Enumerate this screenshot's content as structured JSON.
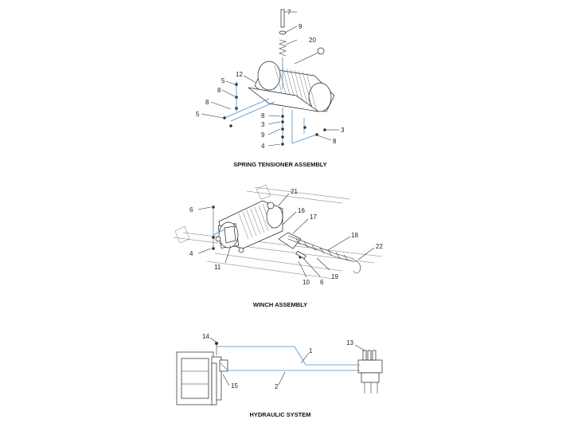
{
  "titles": {
    "spring": "SPRING TENSIONER ASSEMBLY",
    "winch": "WINCH ASSEMBLY",
    "hydraulic": "HYDRAULIC SYSTEM"
  },
  "spring_callouts": [
    "7",
    "9",
    "20",
    "5",
    "12",
    "8",
    "8",
    "5",
    "8",
    "3",
    "9",
    "4",
    "3",
    "8"
  ],
  "winch_callouts": [
    "21",
    "6",
    "16",
    "17",
    "18",
    "22",
    "4",
    "11",
    "10",
    "6",
    "19"
  ],
  "hydraulic_callouts": [
    "14",
    "1",
    "13",
    "15",
    "2"
  ]
}
